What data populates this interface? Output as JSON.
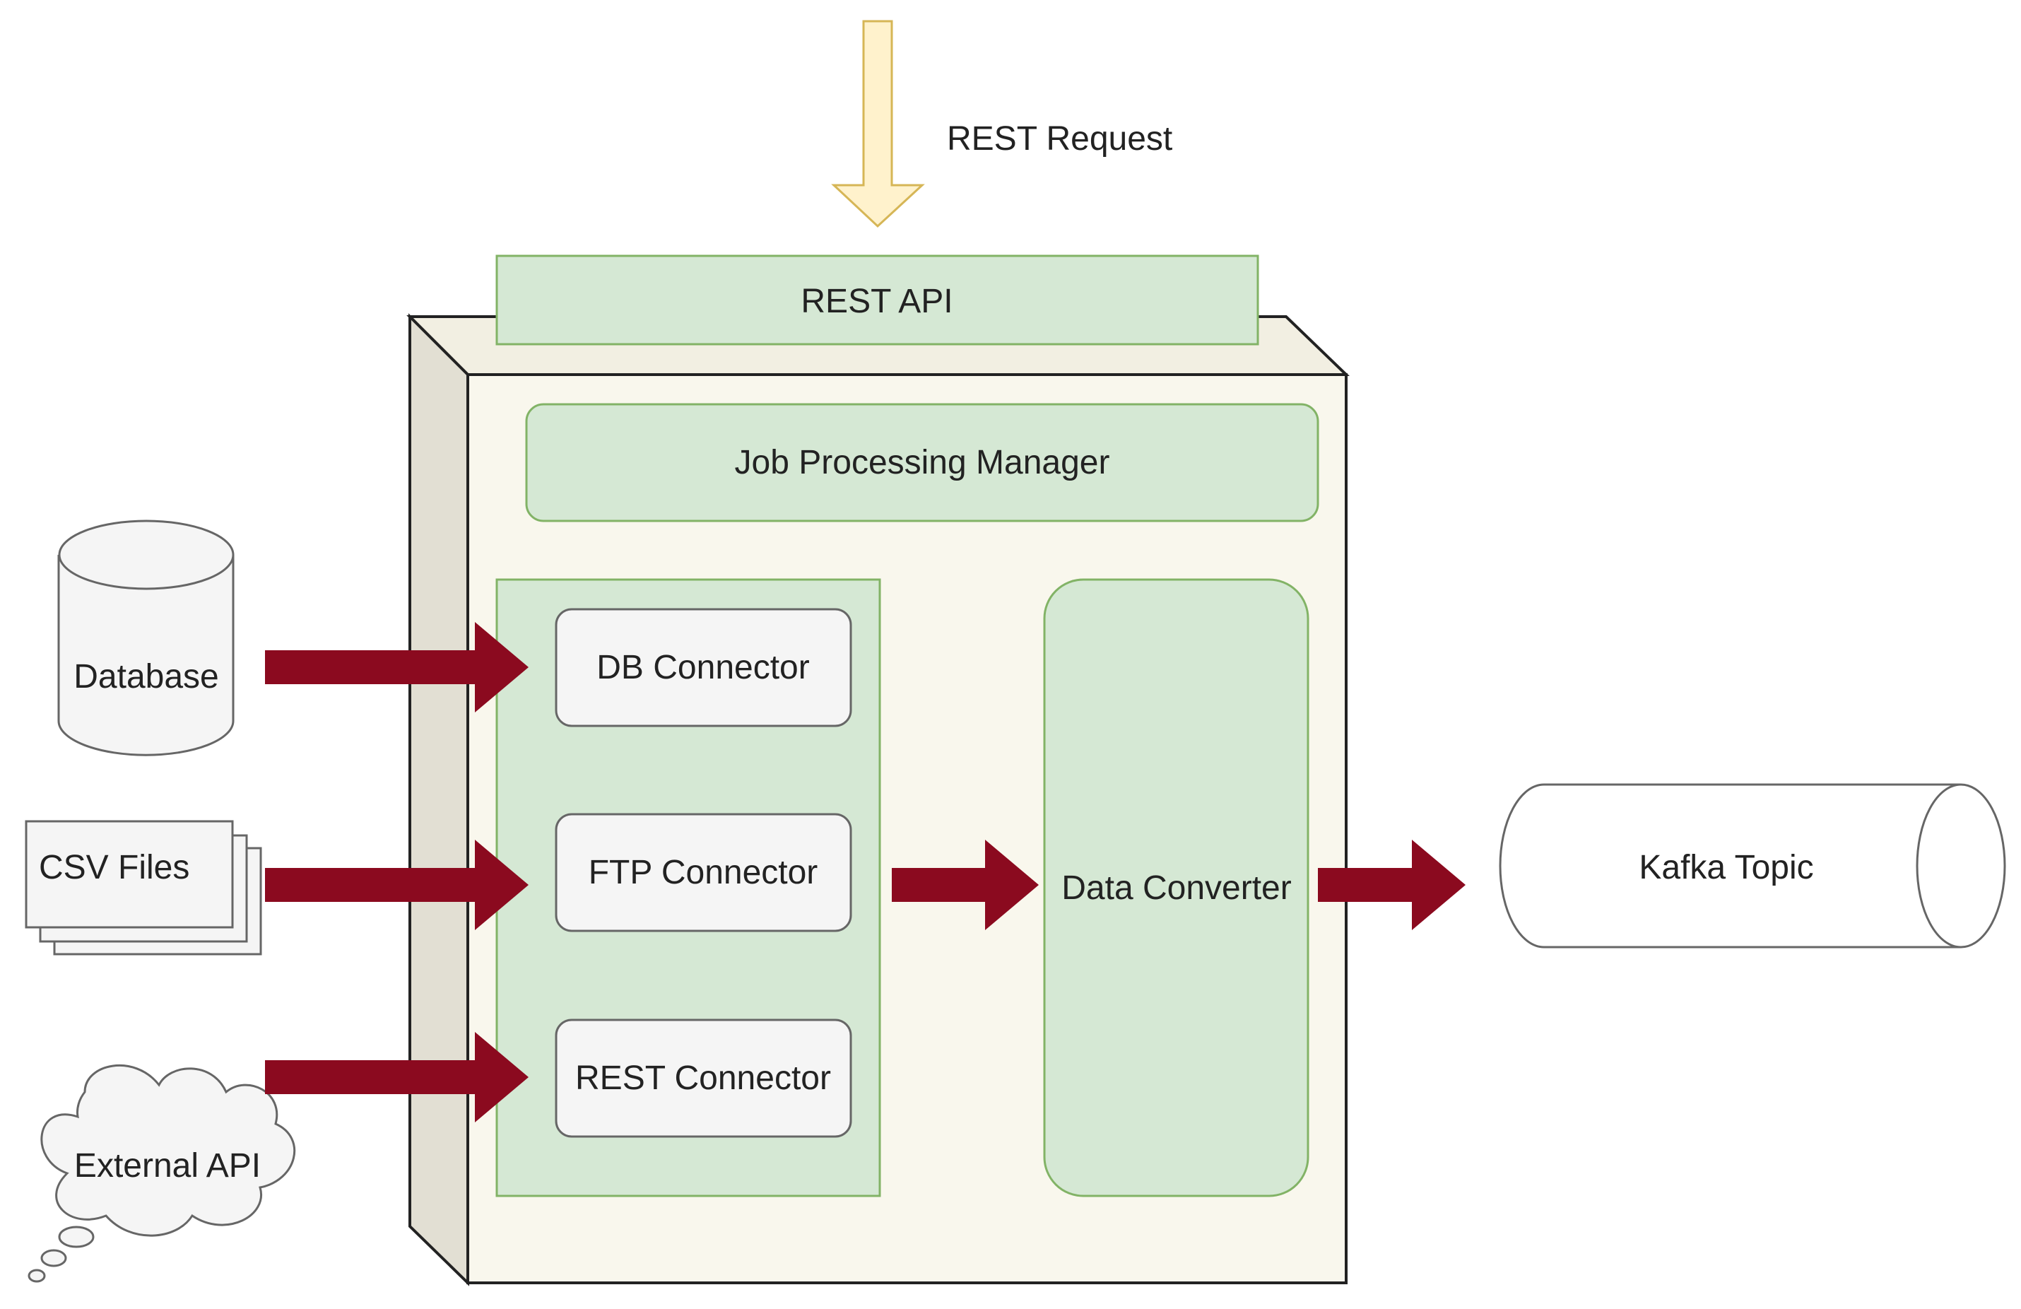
{
  "labels": {
    "rest_request": "REST Request",
    "rest_api": "REST API",
    "job_processing_manager": "Job Processing Manager",
    "db_connector": "DB Connector",
    "ftp_connector": "FTP Connector",
    "rest_connector": "REST Connector",
    "data_converter": "Data Converter",
    "database": "Database",
    "csv_files": "CSV Files",
    "external_api": "External API",
    "kafka_topic": "Kafka Topic"
  },
  "colors": {
    "green_fill": "#d5e8d4",
    "green_stroke": "#82b366",
    "cube_fill": "#f9f7ed",
    "cube_side": "#e2dfd3",
    "arrow_red": "#8b0a1f",
    "request_arrow_fill": "#fff2cc",
    "request_arrow_stroke": "#d6b656",
    "light_fill": "#f5f5f5",
    "outline": "#555555"
  }
}
